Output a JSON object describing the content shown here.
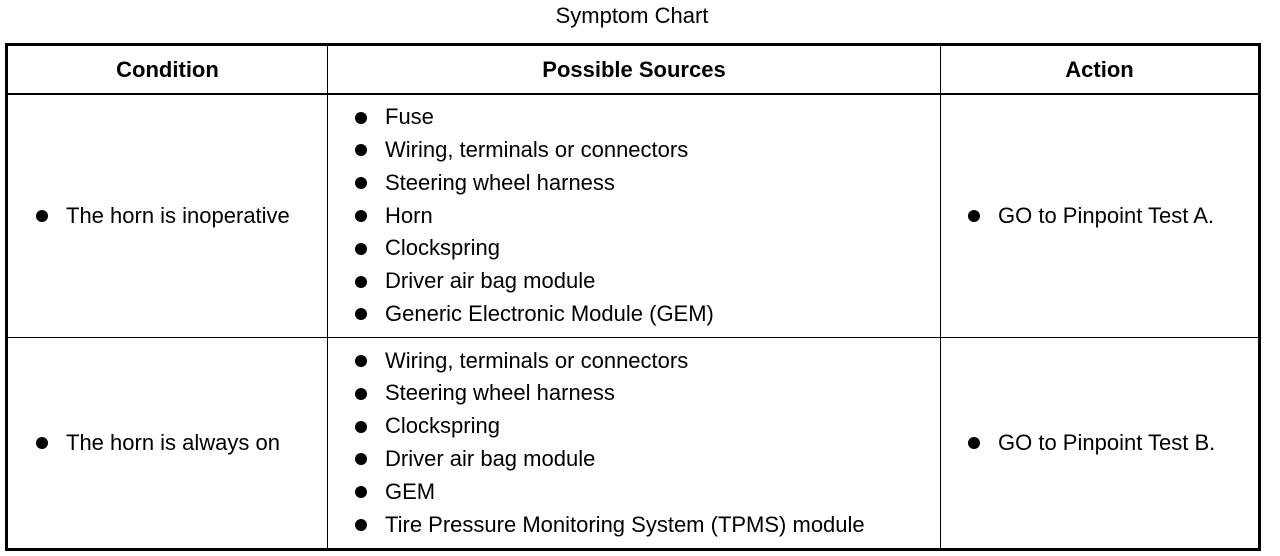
{
  "title": "Symptom Chart",
  "headers": {
    "condition": "Condition",
    "sources": "Possible Sources",
    "action": "Action"
  },
  "rows": [
    {
      "condition": "The horn is inoperative",
      "sources": [
        "Fuse",
        "Wiring, terminals or connectors",
        "Steering wheel harness",
        "Horn",
        "Clockspring",
        "Driver air bag module",
        "Generic Electronic Module (GEM)"
      ],
      "action": "GO to Pinpoint Test A."
    },
    {
      "condition": "The horn is always on",
      "sources": [
        "Wiring, terminals or connectors",
        "Steering wheel harness",
        "Clockspring",
        "Driver air bag module",
        "GEM",
        "Tire Pressure Monitoring System (TPMS) module"
      ],
      "action": "GO to Pinpoint Test B."
    }
  ]
}
